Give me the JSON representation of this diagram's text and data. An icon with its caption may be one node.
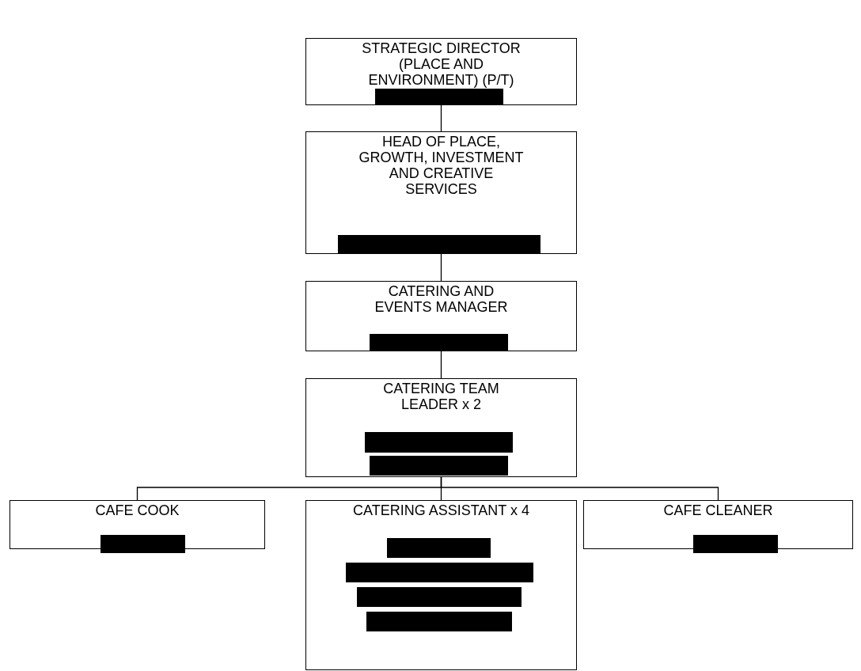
{
  "diagram": {
    "nodes": [
      {
        "text": [
          "STRATEGIC DIRECTOR (PLACE AND ENVIRONMENT) (P/T)"
        ]
      },
      {
        "text": [
          "HEAD OF PLACE, GROWTH, INVESTMENT AND CREATIVE SERVICES"
        ]
      },
      {
        "text": [
          "CATERING AND EVENTS MANAGER"
        ]
      },
      {
        "text": [
          "CATERING TEAM LEADER x 2"
        ]
      },
      {
        "text": [
          "CAFE COOK"
        ]
      },
      {
        "text": [
          "CATERING ASSISTANT x 4"
        ]
      },
      {
        "text": [
          "CAFE CLEANER"
        ]
      }
    ],
    "edges": [
      {
        "from": 0,
        "to": 1,
        "arrow": "none"
      },
      {
        "from": 1,
        "to": 2,
        "arrow": "none"
      },
      {
        "from": 2,
        "to": 3,
        "arrow": "none"
      },
      {
        "from": 3,
        "to": 4,
        "arrow": "none"
      },
      {
        "from": 3,
        "to": 5,
        "arrow": "none"
      },
      {
        "from": 3,
        "to": 6,
        "arrow": "none"
      }
    ]
  }
}
